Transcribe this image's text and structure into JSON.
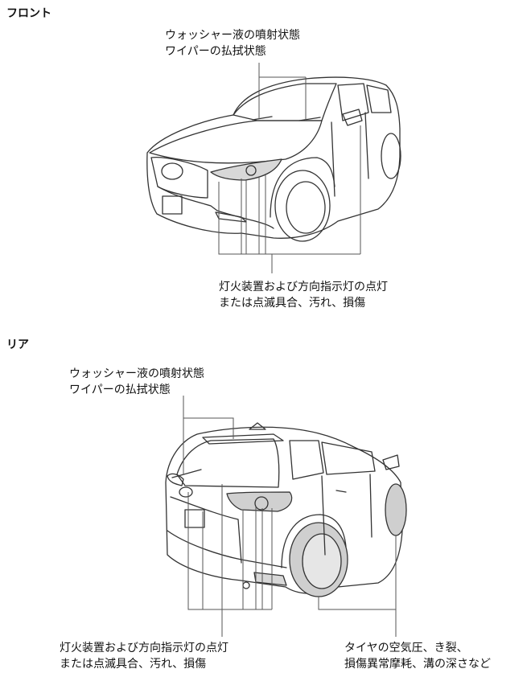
{
  "front": {
    "heading": "フロント",
    "callout_washer": [
      "ウォッシャー液の噴射状態",
      "ワイパーの払拭状態"
    ],
    "callout_lights": [
      "灯火装置および方向指示灯の点灯",
      "または点滅具合、汚れ、損傷"
    ]
  },
  "rear": {
    "heading": "リア",
    "callout_washer": [
      "ウォッシャー液の噴射状態",
      "ワイパーの払拭状態"
    ],
    "callout_lights": [
      "灯火装置および方向指示灯の点灯",
      "または点滅具合、汚れ、損傷"
    ],
    "callout_tires": [
      "タイヤの空気圧、き裂、",
      "損傷異常摩耗、溝の深さなど"
    ]
  },
  "colors": {
    "line": "#333333",
    "lamp_fill": "#d0d0d0",
    "tire_fill": "#cfcfcf"
  }
}
